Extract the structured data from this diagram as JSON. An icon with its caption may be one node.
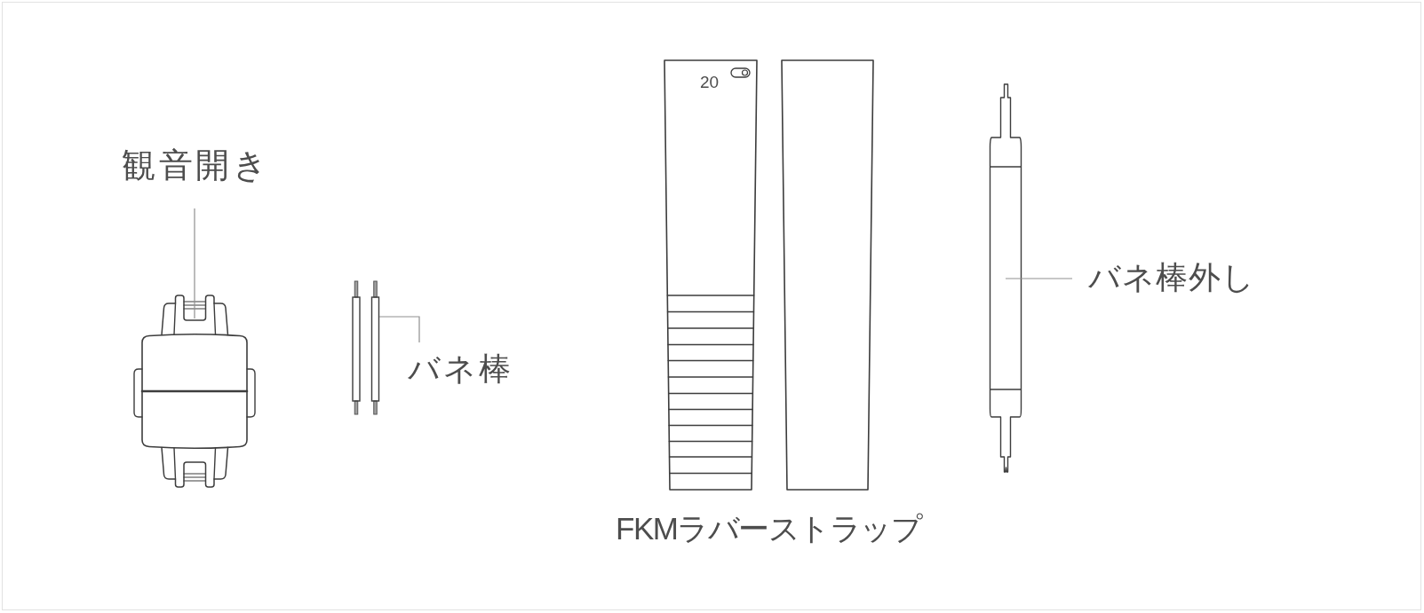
{
  "diagram": {
    "nodes": [
      {
        "text": [
          "観音開き"
        ]
      },
      {
        "text": [],
        "shape": "picture"
      },
      {
        "text": [],
        "shape": "picture"
      },
      {
        "text": [
          "バネ棒"
        ]
      },
      {
        "text": [],
        "shape": "picture"
      },
      {
        "text": [
          "バネ棒外し"
        ]
      }
    ],
    "edges": [
      {
        "from": 0,
        "to": 1,
        "arrow": "none"
      },
      {
        "from": 3,
        "to": 2,
        "arrow": "none"
      },
      {
        "from": 5,
        "to": 4,
        "arrow": "none"
      }
    ],
    "labels": [
      "20",
      "FKMラバーストラップ"
    ]
  }
}
